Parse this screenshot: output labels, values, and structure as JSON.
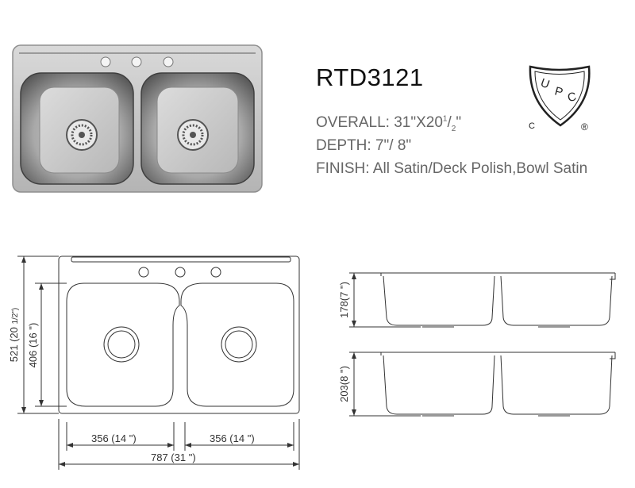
{
  "product": {
    "model": "RTD3121",
    "overall_label": "OVERALL:",
    "overall_value": "31\"X20",
    "overall_frac_num": "1",
    "overall_frac_slash": "/",
    "overall_frac_den": "2",
    "overall_frac_end": "\"",
    "depth_label": "DEPTH:",
    "depth_value": "7\"/ 8\"",
    "finish_label": "FINISH:",
    "finish_value": "All Satin/Deck Polish,Bowl Satin"
  },
  "certification": {
    "icon": "upc-shield-icon",
    "letters": [
      "U",
      "P",
      "C"
    ],
    "c_mark": "C",
    "r_mark": "®"
  },
  "dimensions": {
    "overall_width": "787 (31 \")",
    "bowl_width_left": "356 (14 \")",
    "bowl_width_right": "356 (14 \")",
    "overall_depth": "521 (20 ",
    "overall_depth_frac": "1/2\")",
    "bowl_length": "406 (16 \")",
    "bowl_depth_shallow": "178(7 \")",
    "bowl_depth_deep": "203(8 \")"
  },
  "colors": {
    "line": "#333333",
    "steel_dark": "#6e6e6e",
    "steel_light": "#d8d8d8"
  }
}
